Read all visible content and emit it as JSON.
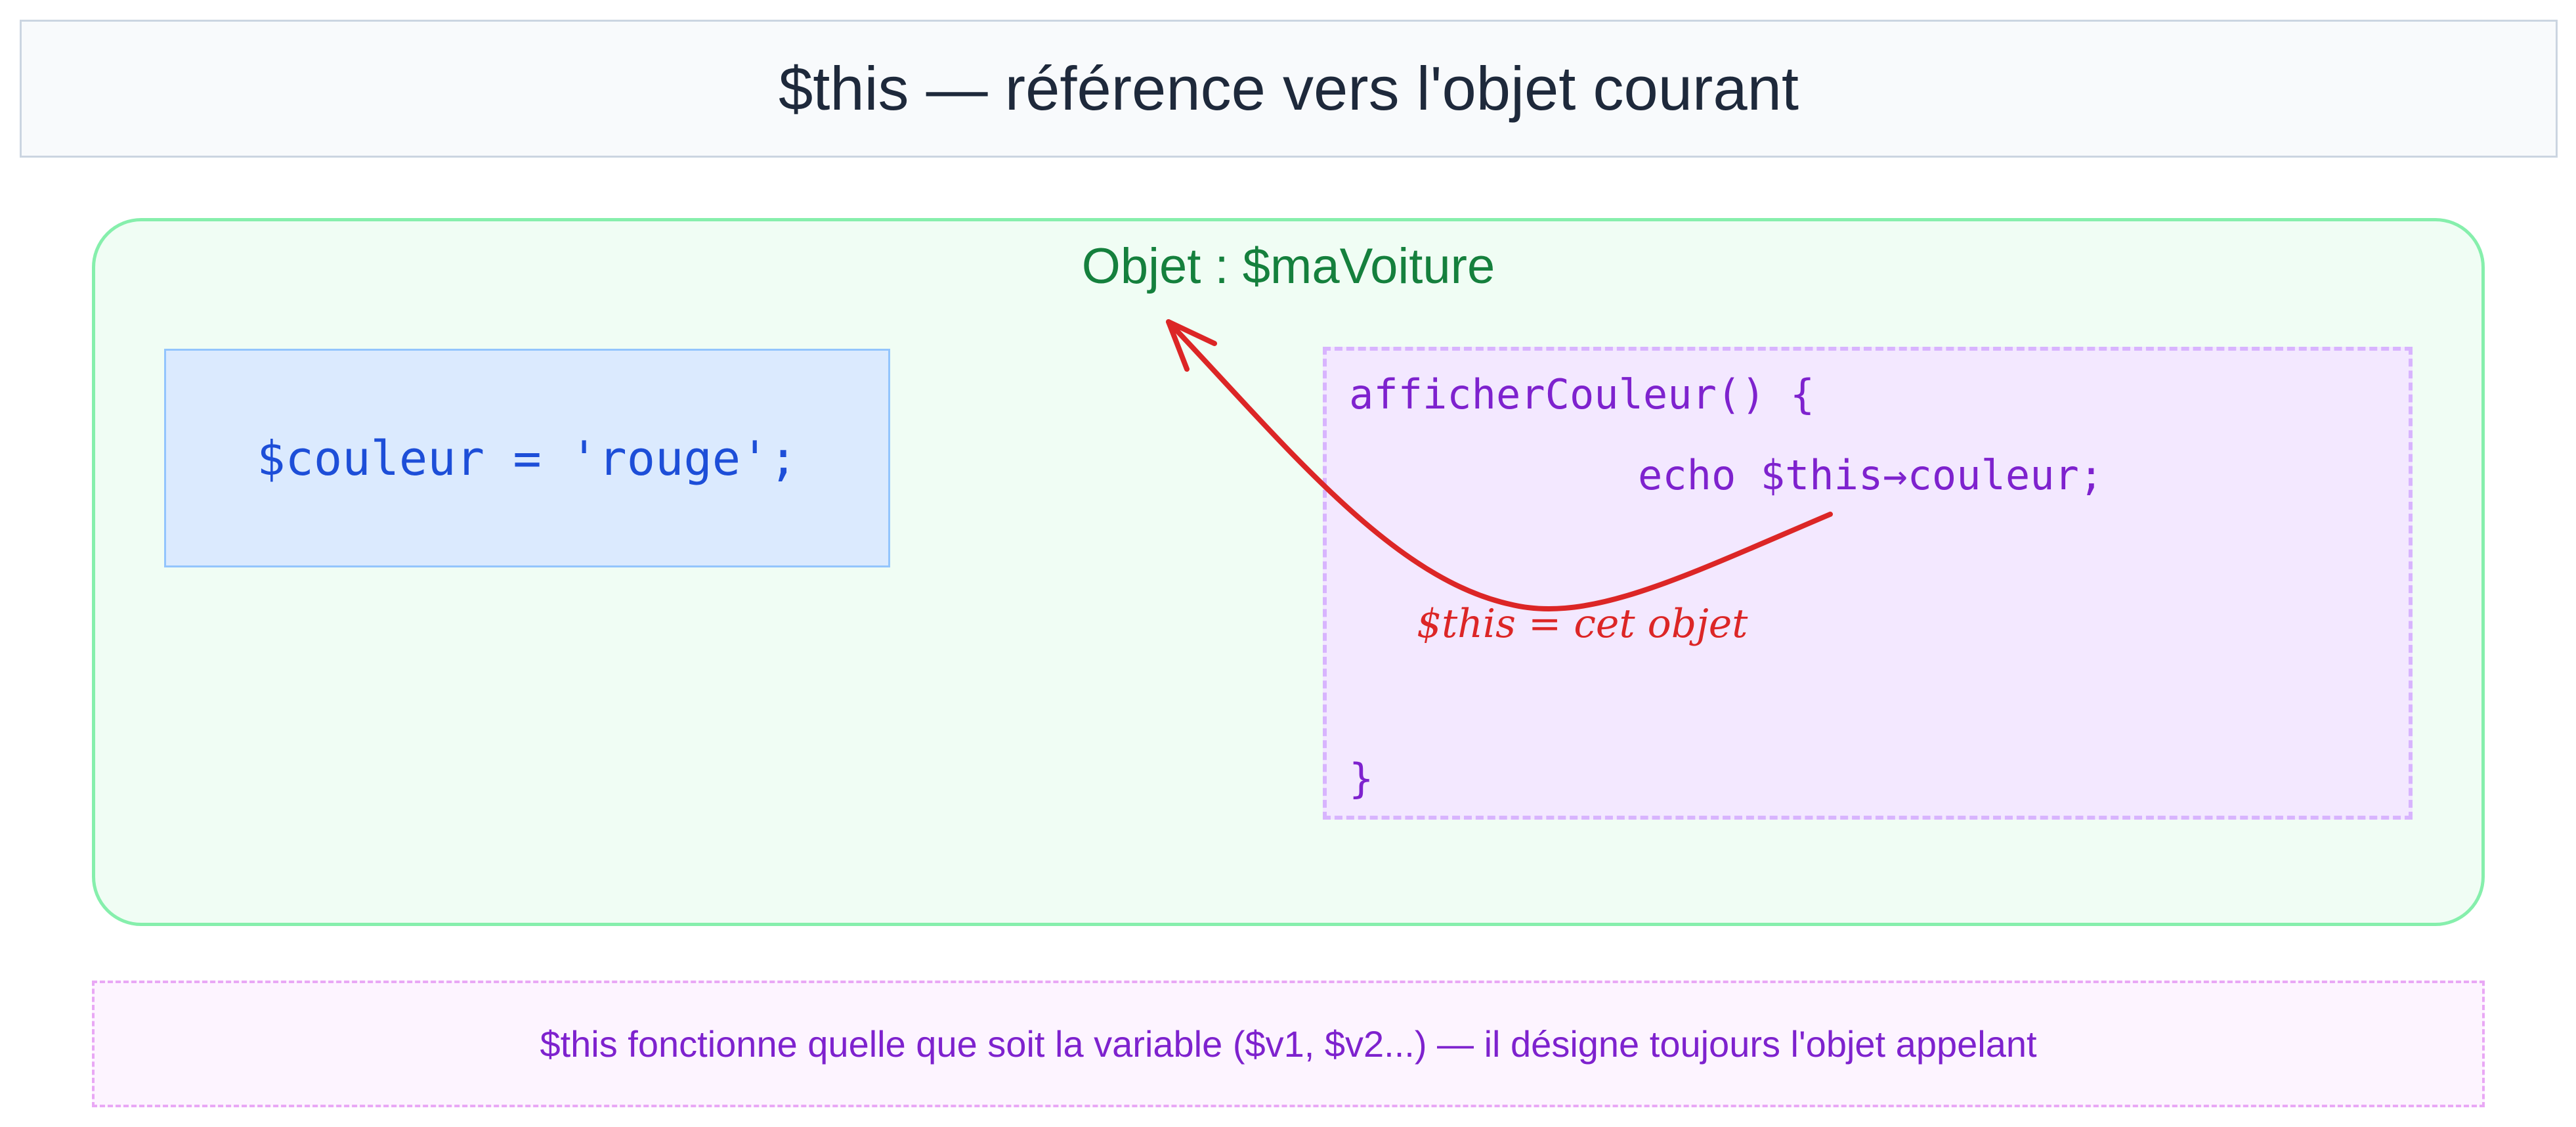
{
  "title": "$this — référence vers l'objet courant",
  "object": {
    "label": "Objet : $maVoiture",
    "property_code": "$couleur = 'rouge';",
    "method": {
      "open_line": "afficherCouleur() {",
      "echo_line": "echo $this→couleur;",
      "close_line": "}"
    }
  },
  "annotation": "$this = cet objet",
  "note": "$this fonctionne quelle que soit la variable ($v1, $v2...) — il désigne toujours l'objet appelant",
  "colors": {
    "title_bg": "#f8fafc",
    "object_bg": "#f0fdf4",
    "object_border": "#86efac",
    "object_label": "#15803d",
    "property_bg": "#dbeafe",
    "property_text": "#1d4ed8",
    "method_bg": "#f3e8ff",
    "method_text": "#7e22ce",
    "arrow": "#dc2626",
    "note_bg": "#fdf4ff"
  }
}
